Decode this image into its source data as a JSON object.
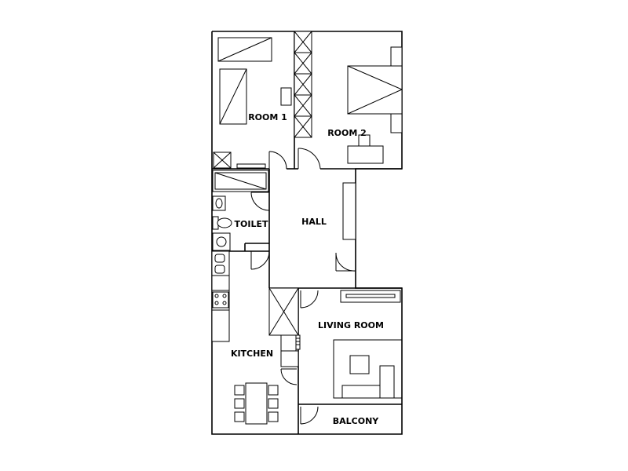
{
  "rooms": {
    "room1": "ROOM 1",
    "room2": "ROOM 2",
    "toilet": "TOILET",
    "hall": "HALL",
    "living_room": "LIVING ROOM",
    "kitchen": "KITCHEN",
    "balcony": "BALCONY"
  }
}
